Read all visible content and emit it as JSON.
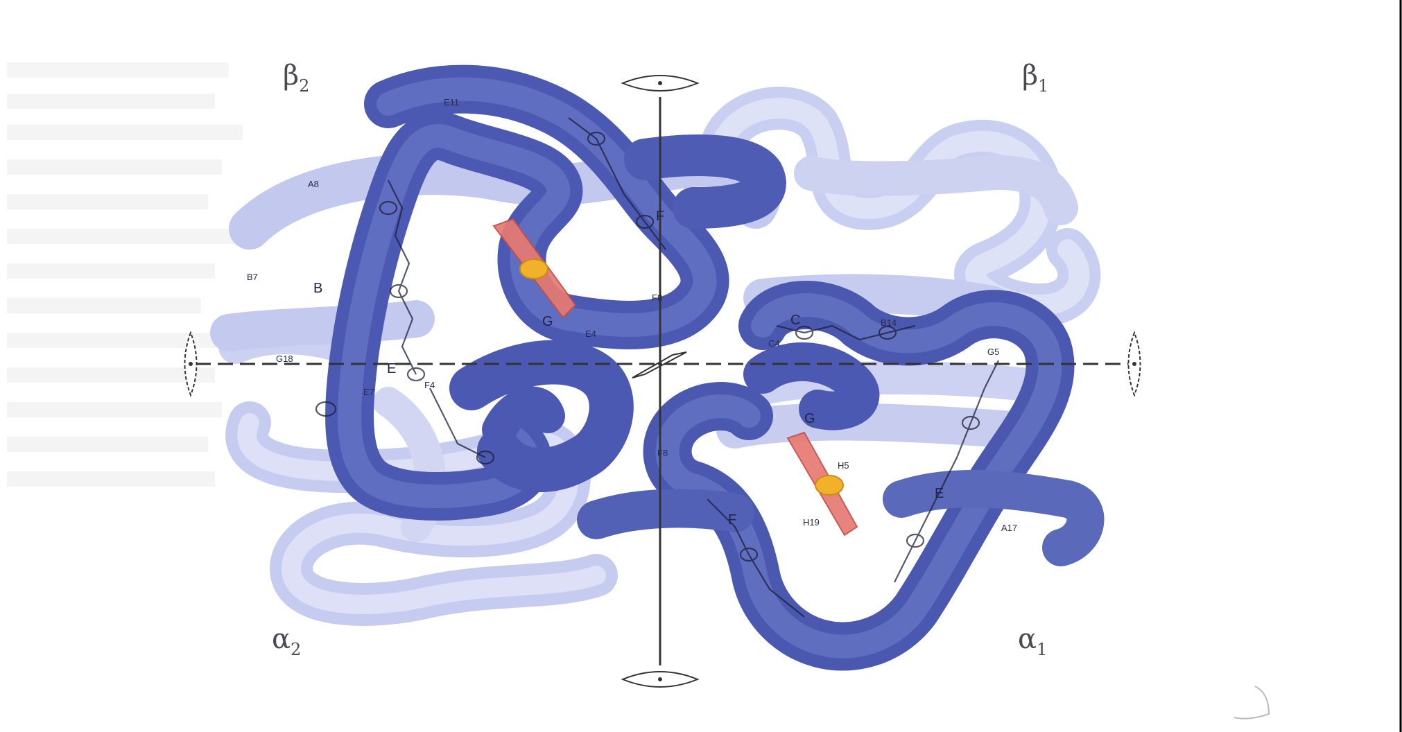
{
  "subunits": {
    "beta2": {
      "letter": "β",
      "sub": "2"
    },
    "beta1": {
      "letter": "β",
      "sub": "1"
    },
    "alpha2": {
      "letter": "α",
      "sub": "2"
    },
    "alpha1": {
      "letter": "α",
      "sub": "1"
    }
  },
  "helix_labels": {
    "beta2_E": "E",
    "beta2_F": "F",
    "beta2_G": "G",
    "beta2_B": "B",
    "alpha1_E": "E",
    "alpha1_F": "F",
    "alpha1_C": "C",
    "alpha1_G": "G"
  },
  "residue_labels": {
    "r1": "E11",
    "r2": "A8",
    "r3": "B7",
    "r4": "F8",
    "r5": "E7",
    "r6": "G18",
    "r7": "F4",
    "r8": "E4",
    "r9": "C4",
    "r10": "B14",
    "r11": "G5",
    "r12": "F8",
    "r13": "H5",
    "r14": "A17",
    "r15": "H19"
  },
  "colors": {
    "chain_dark": "#4a58b0",
    "chain_light": "#c7cdf0",
    "heme": "#e77a72",
    "iron": "#f2b12a",
    "axis": "#333333"
  }
}
